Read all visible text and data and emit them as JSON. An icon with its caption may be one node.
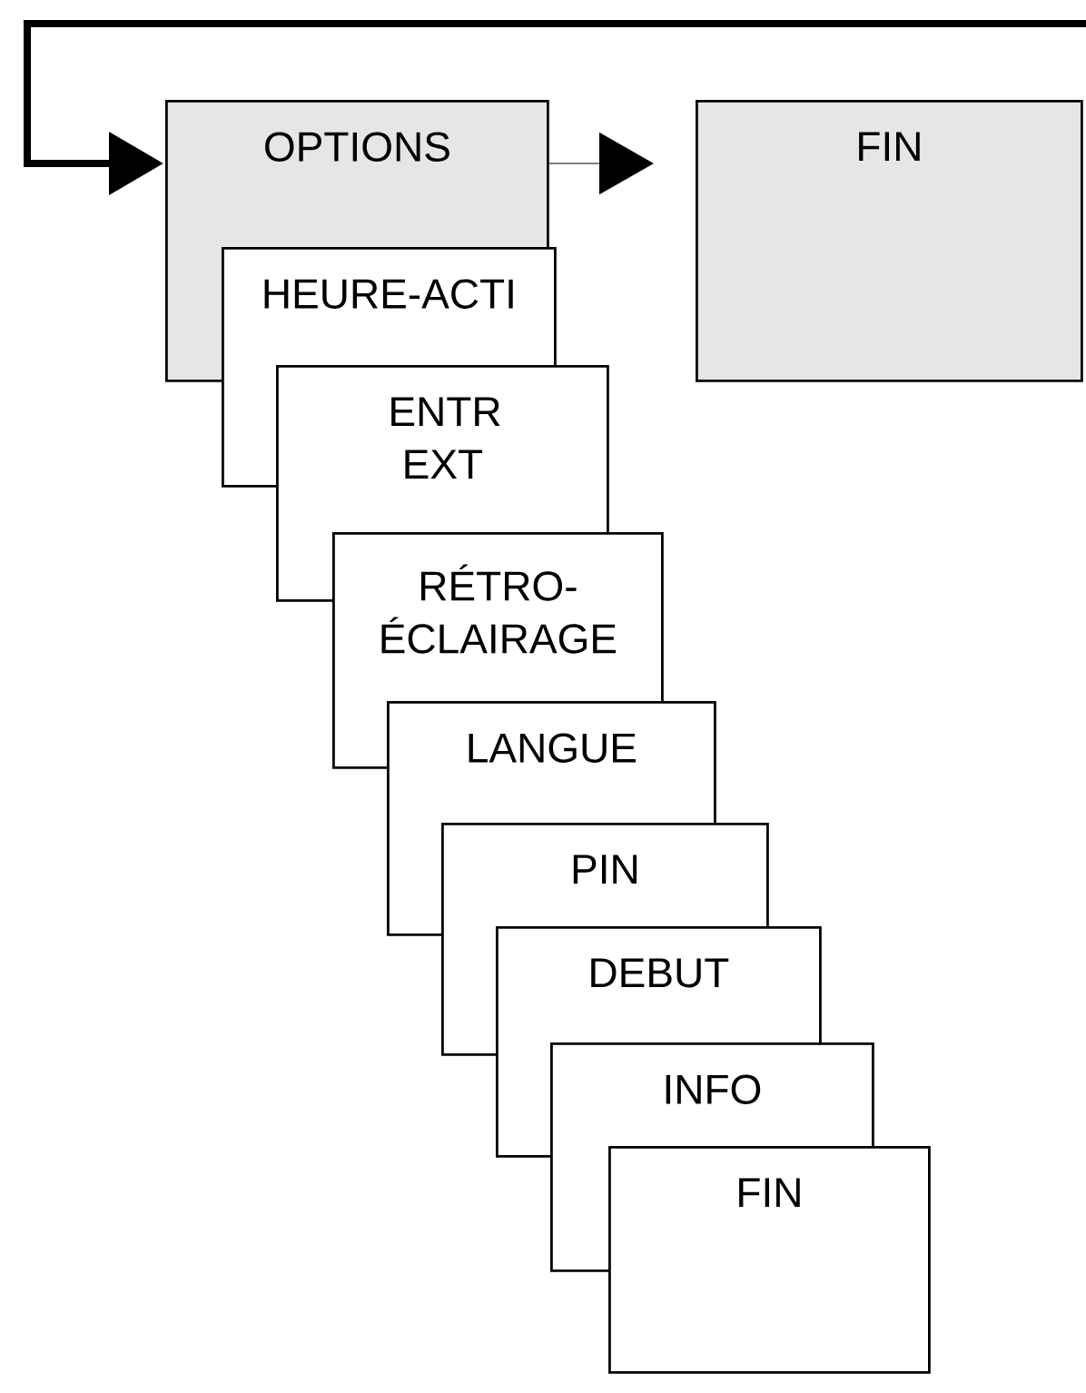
{
  "diagram": {
    "nodes": [
      {
        "text": [
          "OPTIONS"
        ]
      },
      {
        "text": [
          "FIN"
        ]
      },
      {
        "text": [
          "HEURE-ACTI"
        ]
      },
      {
        "text": [
          "ENTR EXT"
        ]
      },
      {
        "text": [
          "RÉTRO- ÉCLAIRAGE"
        ]
      },
      {
        "text": [
          "LANGUE"
        ]
      },
      {
        "text": [
          "PIN"
        ]
      },
      {
        "text": [
          "DEBUT"
        ]
      },
      {
        "text": [
          "INFO"
        ]
      },
      {
        "text": [
          "FIN"
        ]
      }
    ],
    "edges": [
      {
        "from": null,
        "to": 0,
        "arrow": "to",
        "style": "thick"
      },
      {
        "from": 0,
        "to": 1,
        "arrow": "to"
      }
    ]
  }
}
